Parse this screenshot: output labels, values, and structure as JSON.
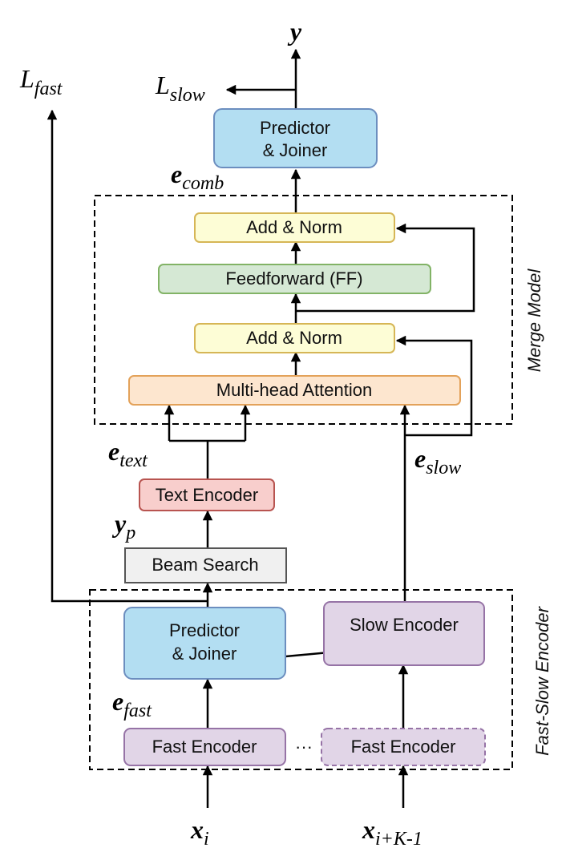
{
  "colors": {
    "predictor_fill": "#b3def2",
    "predictor_stroke": "#6c8ebf",
    "addnorm_fill": "#fdfdd6",
    "addnorm_stroke": "#d6b656",
    "ff_fill": "#d5e8d4",
    "ff_stroke": "#82b366",
    "mha_fill": "#fde6cf",
    "mha_stroke": "#e3a25a",
    "text_enc_fill": "#f8cecc",
    "text_enc_stroke": "#b85450",
    "beam_fill": "#f0f0f0",
    "beam_stroke": "#555555",
    "encoder_fill": "#e1d5e7",
    "encoder_stroke": "#9673a6"
  },
  "outputs": {
    "y": "y",
    "l_slow": "L",
    "l_slow_sub": "slow",
    "l_fast": "L",
    "l_fast_sub": "fast"
  },
  "merge_model": {
    "label": "Merge Model",
    "predictor_joiner_line1": "Predictor",
    "predictor_joiner_line2": "& Joiner",
    "e_comb": "e",
    "e_comb_sub": "comb",
    "add_norm_top": "Add & Norm",
    "feedforward": "Feedforward (FF)",
    "add_norm_bottom": "Add & Norm",
    "multihead_attention": "Multi-head Attention"
  },
  "text_branch": {
    "e_text": "e",
    "e_text_sub": "text",
    "text_encoder": "Text Encoder",
    "y_p": "y",
    "y_p_sub": "p",
    "beam_search": "Beam Search"
  },
  "slow_branch": {
    "e_slow": "e",
    "e_slow_sub": "slow"
  },
  "fast_slow_encoder": {
    "label": "Fast-Slow Encoder",
    "predictor_joiner_line1": "Predictor",
    "predictor_joiner_line2": "& Joiner",
    "slow_encoder": "Slow Encoder",
    "e_fast": "e",
    "e_fast_sub": "fast",
    "fast_encoder_1": "Fast Encoder",
    "ellipsis": "···",
    "fast_encoder_k": "Fast Encoder"
  },
  "inputs": {
    "x_i": "x",
    "x_i_sub": "i",
    "x_k": "x",
    "x_k_sub": "i+K-1"
  }
}
